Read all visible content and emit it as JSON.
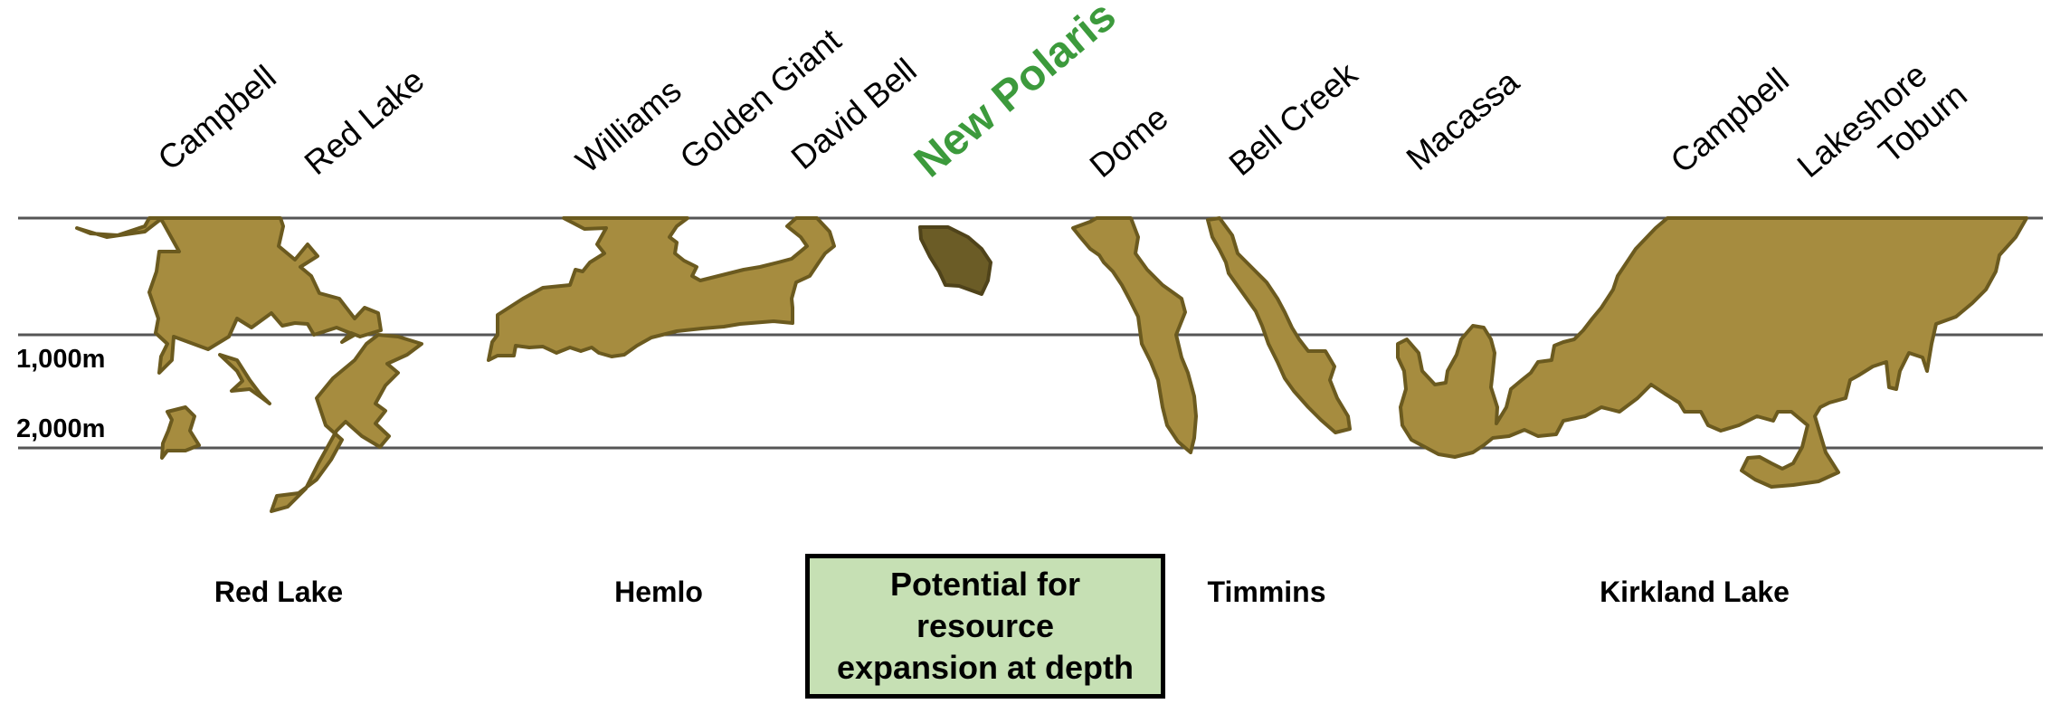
{
  "mines": [
    {
      "name": "Campbell",
      "highlight": false
    },
    {
      "name": "Red Lake",
      "highlight": false
    },
    {
      "name": "Williams",
      "highlight": false
    },
    {
      "name": "Golden Giant",
      "highlight": false
    },
    {
      "name": "David Bell",
      "highlight": false
    },
    {
      "name": "New Polaris",
      "highlight": true
    },
    {
      "name": "Dome",
      "highlight": false
    },
    {
      "name": "Bell Creek",
      "highlight": false
    },
    {
      "name": "Macassa",
      "highlight": false
    },
    {
      "name": "Campbell",
      "highlight": false
    },
    {
      "name": "Lakeshore",
      "highlight": false
    },
    {
      "name": "Toburn",
      "highlight": false
    }
  ],
  "depth_labels": [
    "1,000m",
    "2,000m"
  ],
  "districts": [
    "Red Lake",
    "Hemlo",
    "Timmins",
    "Kirkland Lake"
  ],
  "callout": "Potential for\nresource\nexpansion at depth",
  "colors": {
    "orebody": "#a68c3f",
    "orebody_outline": "#6b5a1f",
    "new_polaris_orebody": "#6b5c26",
    "highlight_text": "#3c9a3c",
    "callout_fill": "#c6e0b4"
  }
}
